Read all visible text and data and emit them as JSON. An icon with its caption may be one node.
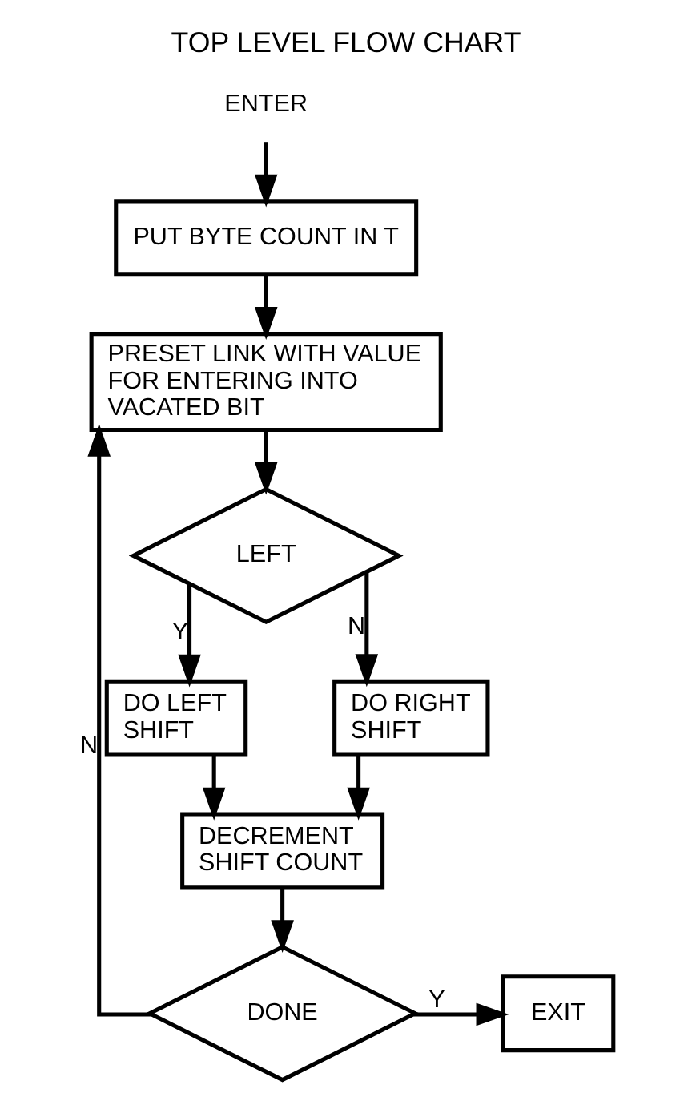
{
  "diagram": {
    "title": "TOP LEVEL FLOW CHART",
    "nodes": [
      {
        "text": [
          "ENTER"
        ]
      },
      {
        "text": [
          "PUT BYTE COUNT IN T"
        ]
      },
      {
        "text": [
          "PRESET LINK WITH VALUE FOR ENTERING INTO VACATED BIT"
        ]
      },
      {
        "text": [
          "LEFT"
        ]
      },
      {
        "text": [
          "DO LEFT SHIFT"
        ]
      },
      {
        "text": [
          "DO RIGHT SHIFT"
        ]
      },
      {
        "text": [
          "DECREMENT SHIFT COUNT"
        ]
      },
      {
        "text": [
          "DONE"
        ]
      },
      {
        "text": [
          "EXIT"
        ]
      }
    ],
    "edges": [
      {
        "from": 0,
        "to": 1,
        "arrow": "to"
      },
      {
        "from": 1,
        "to": 2,
        "arrow": "to"
      },
      {
        "from": 2,
        "to": 3,
        "arrow": "to"
      },
      {
        "from": 3,
        "to": 4,
        "arrow": "to",
        "label": "Y"
      },
      {
        "from": 3,
        "to": 5,
        "arrow": "to",
        "label": "N"
      },
      {
        "from": 4,
        "to": 6,
        "arrow": "to"
      },
      {
        "from": 5,
        "to": 6,
        "arrow": "to"
      },
      {
        "from": 6,
        "to": 7,
        "arrow": "to"
      },
      {
        "from": 7,
        "to": 8,
        "arrow": "to",
        "label": "Y"
      },
      {
        "from": 7,
        "to": 2,
        "arrow": "to",
        "label": "N"
      }
    ]
  }
}
